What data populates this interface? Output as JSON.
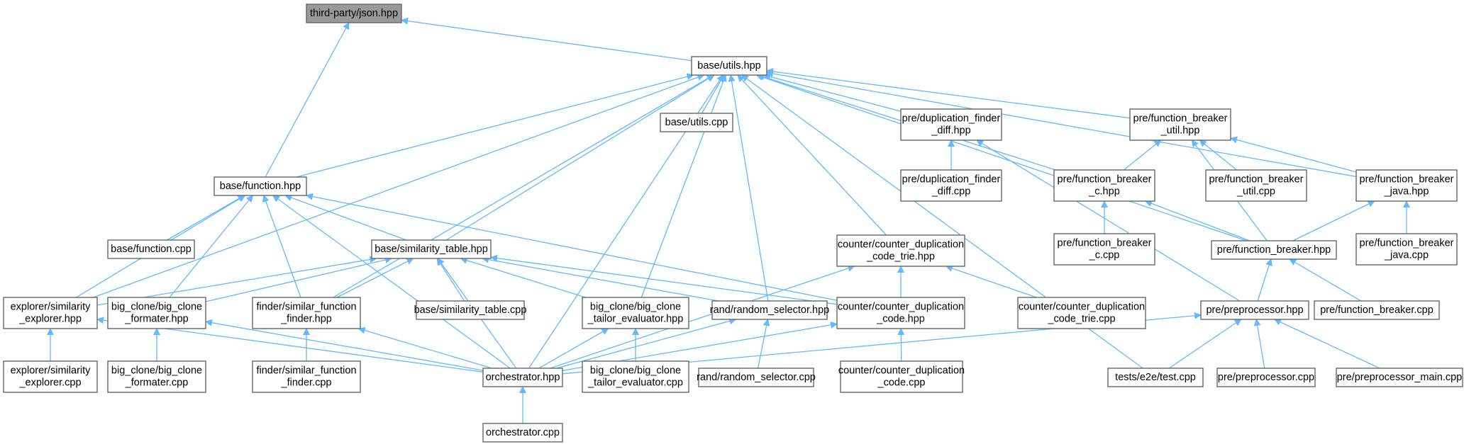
{
  "graph": {
    "nodes": [
      {
        "id": "json",
        "lines": [
          "third-party/json.hpp"
        ],
        "highlight": true
      },
      {
        "id": "utils",
        "lines": [
          "base/utils.hpp"
        ]
      },
      {
        "id": "utils_cpp",
        "lines": [
          "base/utils.cpp"
        ]
      },
      {
        "id": "function",
        "lines": [
          "base/function.hpp"
        ]
      },
      {
        "id": "function_cpp",
        "lines": [
          "base/function.cpp"
        ]
      },
      {
        "id": "sim_table",
        "lines": [
          "base/similarity_table.hpp"
        ]
      },
      {
        "id": "sim_table_cpp",
        "lines": [
          "base/similarity_table.cpp"
        ]
      },
      {
        "id": "explorer",
        "lines": [
          "explorer/similarity",
          "_explorer.hpp"
        ]
      },
      {
        "id": "explorer_cpp",
        "lines": [
          "explorer/similarity",
          "_explorer.cpp"
        ]
      },
      {
        "id": "bc_formater",
        "lines": [
          "big_clone/big_clone",
          "_formater.hpp"
        ]
      },
      {
        "id": "bc_formater_cpp",
        "lines": [
          "big_clone/big_clone",
          "_formater.cpp"
        ]
      },
      {
        "id": "finder",
        "lines": [
          "finder/similar_function",
          "_finder.hpp"
        ]
      },
      {
        "id": "finder_cpp",
        "lines": [
          "finder/similar_function",
          "_finder.cpp"
        ]
      },
      {
        "id": "bc_tailor",
        "lines": [
          "big_clone/big_clone",
          "_tailor_evaluator.hpp"
        ]
      },
      {
        "id": "bc_tailor_cpp",
        "lines": [
          "big_clone/big_clone",
          "_tailor_evaluator.cpp"
        ]
      },
      {
        "id": "orchestrator",
        "lines": [
          "orchestrator.hpp"
        ]
      },
      {
        "id": "orchestrator_cpp",
        "lines": [
          "orchestrator.cpp"
        ]
      },
      {
        "id": "rand_sel",
        "lines": [
          "rand/random_selector.hpp"
        ]
      },
      {
        "id": "rand_sel_cpp",
        "lines": [
          "rand/random_selector.cpp"
        ]
      },
      {
        "id": "ccd",
        "lines": [
          "counter/counter_duplication",
          "_code.hpp"
        ]
      },
      {
        "id": "ccd_cpp",
        "lines": [
          "counter/counter_duplication",
          "_code.cpp"
        ]
      },
      {
        "id": "ccd_trie",
        "lines": [
          "counter/counter_duplication",
          "_code_trie.hpp"
        ]
      },
      {
        "id": "ccd_trie_cpp",
        "lines": [
          "counter/counter_duplication",
          "_code_trie.cpp"
        ]
      },
      {
        "id": "dup_diff",
        "lines": [
          "pre/duplication_finder",
          "_diff.hpp"
        ]
      },
      {
        "id": "dup_diff_cpp",
        "lines": [
          "pre/duplication_finder",
          "_diff.cpp"
        ]
      },
      {
        "id": "fb_util",
        "lines": [
          "pre/function_breaker",
          "_util.hpp"
        ]
      },
      {
        "id": "fb_util_cpp",
        "lines": [
          "pre/function_breaker",
          "_util.cpp"
        ]
      },
      {
        "id": "fb_c",
        "lines": [
          "pre/function_breaker",
          "_c.hpp"
        ]
      },
      {
        "id": "fb_c_cpp",
        "lines": [
          "pre/function_breaker",
          "_c.cpp"
        ]
      },
      {
        "id": "fb_java",
        "lines": [
          "pre/function_breaker",
          "_java.hpp"
        ]
      },
      {
        "id": "fb_java_cpp",
        "lines": [
          "pre/function_breaker",
          "_java.cpp"
        ]
      },
      {
        "id": "fb",
        "lines": [
          "pre/function_breaker.hpp"
        ]
      },
      {
        "id": "fb_cpp",
        "lines": [
          "pre/function_breaker.cpp"
        ]
      },
      {
        "id": "pre",
        "lines": [
          "pre/preprocessor.hpp"
        ]
      },
      {
        "id": "pre_cpp",
        "lines": [
          "pre/preprocessor.cpp"
        ]
      },
      {
        "id": "pre_main_cpp",
        "lines": [
          "pre/preprocessor_main.cpp"
        ]
      },
      {
        "id": "e2e",
        "lines": [
          "tests/e2e/test.cpp"
        ]
      }
    ],
    "edges": [
      {
        "from": "utils",
        "to": "json"
      },
      {
        "from": "function",
        "to": "json"
      },
      {
        "from": "utils_cpp",
        "to": "utils"
      },
      {
        "from": "function",
        "to": "utils"
      },
      {
        "from": "explorer",
        "to": "utils"
      },
      {
        "from": "finder",
        "to": "utils"
      },
      {
        "from": "sim_table",
        "to": "utils"
      },
      {
        "from": "orchestrator",
        "to": "utils"
      },
      {
        "from": "bc_tailor",
        "to": "utils"
      },
      {
        "from": "rand_sel",
        "to": "utils"
      },
      {
        "from": "ccd_trie",
        "to": "utils"
      },
      {
        "from": "dup_diff",
        "to": "utils"
      },
      {
        "from": "fb_util",
        "to": "utils"
      },
      {
        "from": "fb_c",
        "to": "utils"
      },
      {
        "from": "fb_java",
        "to": "utils"
      },
      {
        "from": "fb",
        "to": "utils"
      },
      {
        "from": "e2e",
        "to": "utils"
      },
      {
        "from": "function_cpp",
        "to": "function"
      },
      {
        "from": "sim_table",
        "to": "function"
      },
      {
        "from": "explorer",
        "to": "function"
      },
      {
        "from": "bc_formater",
        "to": "function"
      },
      {
        "from": "finder",
        "to": "function"
      },
      {
        "from": "orchestrator",
        "to": "function"
      },
      {
        "from": "ccd",
        "to": "function"
      },
      {
        "from": "sim_table_cpp",
        "to": "sim_table"
      },
      {
        "from": "explorer",
        "to": "sim_table"
      },
      {
        "from": "bc_formater",
        "to": "sim_table"
      },
      {
        "from": "finder",
        "to": "sim_table"
      },
      {
        "from": "orchestrator",
        "to": "sim_table"
      },
      {
        "from": "bc_tailor",
        "to": "sim_table"
      },
      {
        "from": "rand_sel",
        "to": "sim_table"
      },
      {
        "from": "ccd",
        "to": "sim_table"
      },
      {
        "from": "explorer_cpp",
        "to": "explorer"
      },
      {
        "from": "orchestrator",
        "to": "explorer"
      },
      {
        "from": "bc_formater_cpp",
        "to": "bc_formater"
      },
      {
        "from": "orchestrator",
        "to": "bc_formater"
      },
      {
        "from": "finder_cpp",
        "to": "finder"
      },
      {
        "from": "orchestrator",
        "to": "finder"
      },
      {
        "from": "orchestrator",
        "to": "bc_tailor"
      },
      {
        "from": "bc_tailor_cpp",
        "to": "bc_tailor"
      },
      {
        "from": "orchestrator",
        "to": "rand_sel"
      },
      {
        "from": "rand_sel_cpp",
        "to": "rand_sel"
      },
      {
        "from": "orchestrator",
        "to": "ccd"
      },
      {
        "from": "ccd_cpp",
        "to": "ccd"
      },
      {
        "from": "ccd",
        "to": "ccd_trie"
      },
      {
        "from": "ccd_trie_cpp",
        "to": "ccd_trie"
      },
      {
        "from": "orchestrator",
        "to": "ccd_trie"
      },
      {
        "from": "orchestrator_cpp",
        "to": "orchestrator"
      },
      {
        "from": "dup_diff_cpp",
        "to": "dup_diff"
      },
      {
        "from": "pre",
        "to": "dup_diff"
      },
      {
        "from": "fb_c",
        "to": "fb_util"
      },
      {
        "from": "fb_util_cpp",
        "to": "fb_util"
      },
      {
        "from": "fb_java",
        "to": "fb_util"
      },
      {
        "from": "fb",
        "to": "fb_util"
      },
      {
        "from": "fb_c_cpp",
        "to": "fb_c"
      },
      {
        "from": "fb",
        "to": "fb_c"
      },
      {
        "from": "fb_java_cpp",
        "to": "fb_java"
      },
      {
        "from": "fb",
        "to": "fb_java"
      },
      {
        "from": "pre",
        "to": "fb"
      },
      {
        "from": "fb_cpp",
        "to": "fb"
      },
      {
        "from": "orchestrator",
        "to": "pre"
      },
      {
        "from": "e2e",
        "to": "pre"
      },
      {
        "from": "pre_cpp",
        "to": "pre"
      },
      {
        "from": "pre_main_cpp",
        "to": "pre"
      }
    ]
  },
  "colors": {
    "edge": "#63b8ff",
    "node_border": "#666666",
    "node_fill": "#ffffff",
    "highlight_fill": "#999999",
    "text": "#000000"
  }
}
